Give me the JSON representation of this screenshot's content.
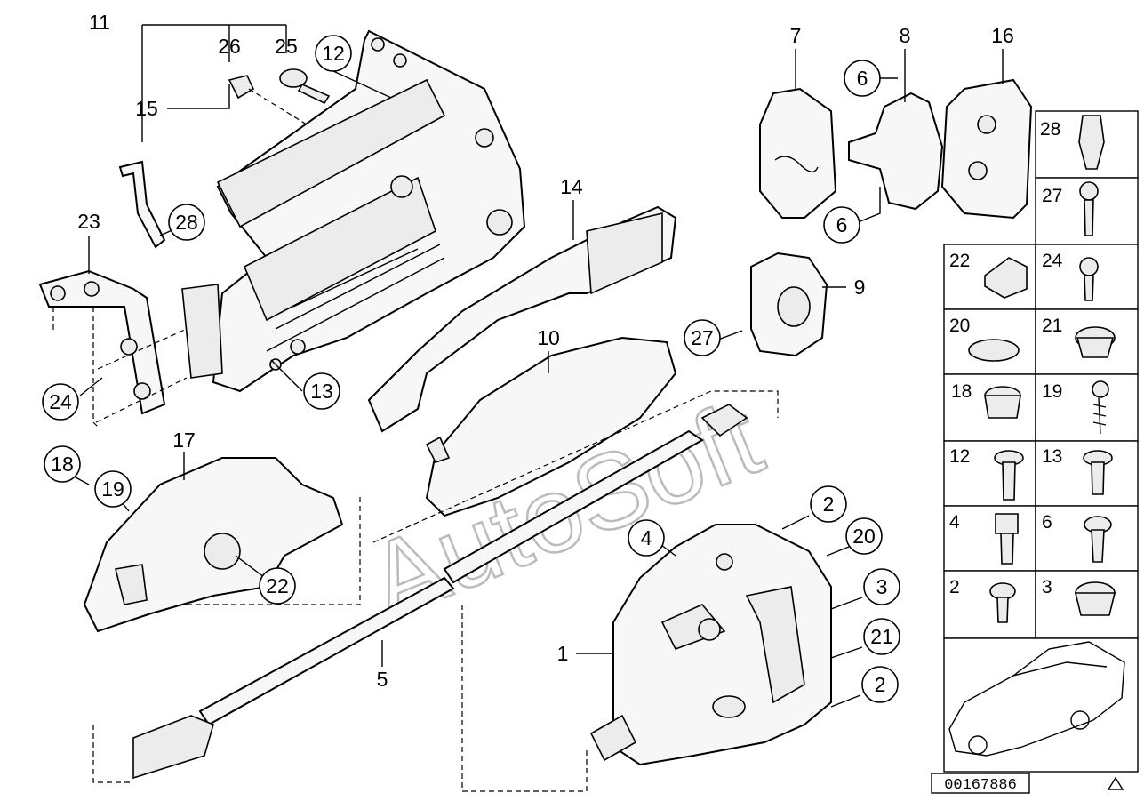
{
  "watermark": "AutoSoft",
  "reference_number": "00167886",
  "labels": {
    "p1": "1",
    "p2a": "2",
    "p2b": "2",
    "p3": "3",
    "p4": "4",
    "p5": "5",
    "p6a": "6",
    "p6b": "6",
    "p7": "7",
    "p8": "8",
    "p9": "9",
    "p10": "10",
    "p11": "11",
    "p12": "12",
    "p13": "13",
    "p14": "14",
    "p15": "15",
    "p16": "16",
    "p17": "17",
    "p18": "18",
    "p19": "19",
    "p20": "20",
    "p21": "21",
    "p22": "22",
    "p23": "23",
    "p24": "24",
    "p25": "25",
    "p26": "26",
    "p27": "27",
    "p28": "28"
  },
  "side_panel": {
    "cells": [
      "28",
      "27",
      "22",
      "24",
      "20",
      "21",
      "18",
      "19",
      "12",
      "13",
      "4",
      "6",
      "2",
      "3"
    ]
  }
}
